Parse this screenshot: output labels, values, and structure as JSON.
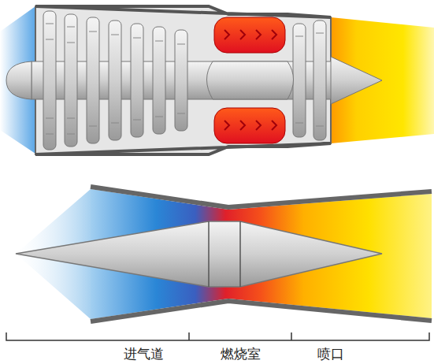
{
  "diagram": {
    "labels": [
      "进气道",
      "燃烧室",
      "喷口"
    ]
  }
}
